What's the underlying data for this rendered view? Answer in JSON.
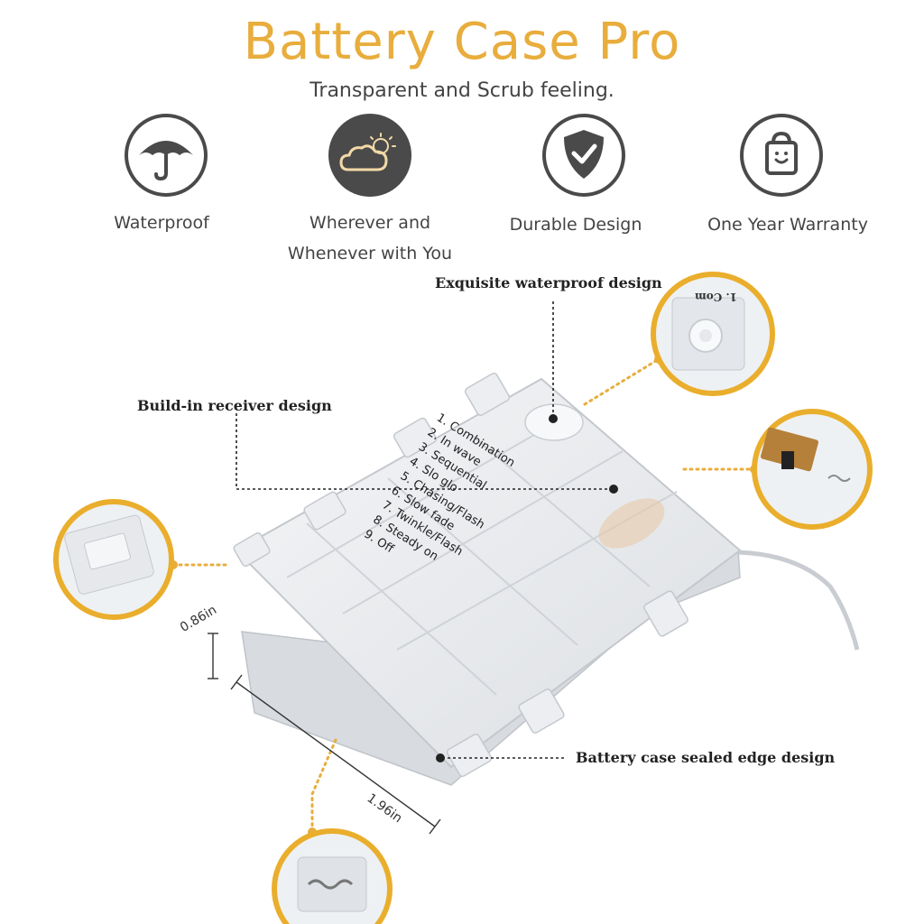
{
  "header": {
    "title": "Battery Case Pro",
    "subtitle": "Transparent and Scrub feeling."
  },
  "features": [
    {
      "label_lines": [
        "Waterproof"
      ],
      "icon": "umbrella-icon"
    },
    {
      "label_lines": [
        "Wherever and",
        "Whenever with You"
      ],
      "icon": "cloud-sun-icon"
    },
    {
      "label_lines": [
        "Durable Design"
      ],
      "icon": "shield-check-icon"
    },
    {
      "label_lines": [
        "One Year Warranty"
      ],
      "icon": "shopping-bag-icon"
    }
  ],
  "callouts": {
    "waterproof": "Exquisite waterproof design",
    "receiver": "Build-in receiver design",
    "sealed_edge": "Battery case sealed edge design"
  },
  "dimensions": {
    "height": "0.86in",
    "length": "1.96in"
  },
  "modes": [
    "1. Combination",
    "2. In wave",
    "3. Sequential",
    "4. Slo glo",
    "5. Chasing/Flash",
    "6. Slow fade",
    "7. Twinkle/Flash",
    "8. Steady on",
    "9. Off"
  ],
  "zoom_label": "1. Com",
  "colors": {
    "accent": "#e8ad3c",
    "icon_dark": "#4a4a4a"
  }
}
